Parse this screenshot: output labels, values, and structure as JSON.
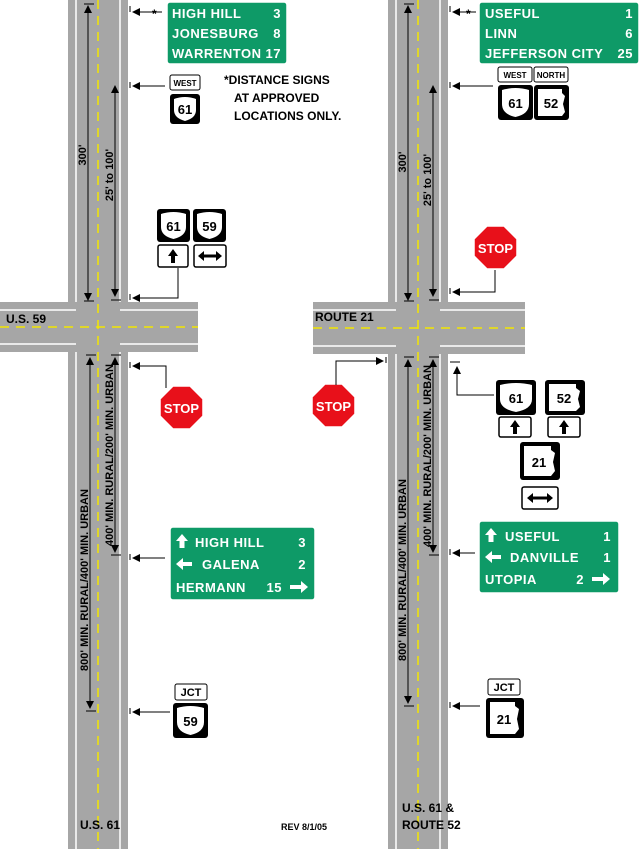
{
  "left": {
    "top_distance_sign": [
      {
        "name": "HIGH HILL",
        "miles": "3"
      },
      {
        "name": "JONESBURG",
        "miles": "8"
      },
      {
        "name": "WARRENTON",
        "miles": "17"
      }
    ],
    "asterisk": "*",
    "direction_plaque": "WEST",
    "route_shield": "61",
    "note": [
      "*DISTANCE SIGNS",
      "AT APPROVED",
      "LOCATIONS ONLY."
    ],
    "dim_300": "300'",
    "dim_25_100": "25' to 100'",
    "junction_shields": [
      "61",
      "59"
    ],
    "cross_road_label": "U.S. 59",
    "stop": "STOP",
    "dim_400_200": "400' MIN. RURAL/200' MIN. URBAN",
    "dim_800_400": "800' MIN. RURAL/400' MIN. URBAN",
    "destination_sign": [
      {
        "arrow": "up",
        "name": "HIGH HILL",
        "miles": "3"
      },
      {
        "arrow": "left",
        "name": "GALENA",
        "miles": "2"
      },
      {
        "arrow": "right",
        "name": "HERMANN",
        "miles": "15"
      }
    ],
    "jct_plaque": "JCT",
    "jct_shield": "59",
    "road_label": "U.S. 61"
  },
  "right": {
    "top_distance_sign": [
      {
        "name": "USEFUL",
        "miles": "1"
      },
      {
        "name": "LINN",
        "miles": "6"
      },
      {
        "name": "JEFFERSON CITY",
        "miles": "25"
      }
    ],
    "asterisk": "*",
    "direction_plaques": [
      "WEST",
      "NORTH"
    ],
    "route_shields": [
      "61",
      "52"
    ],
    "dim_300": "300'",
    "dim_25_100": "25' to 100'",
    "stop_top": "STOP",
    "cross_road_label": "ROUTE 21",
    "stop_left": "STOP",
    "junction_shields": [
      "61",
      "52"
    ],
    "junction_shield_21": "21",
    "dim_400_200": "400' MIN. RURAL/200' MIN. URBAN",
    "dim_800_400": "800' MIN. RURAL/400' MIN. URBAN",
    "destination_sign": [
      {
        "arrow": "up",
        "name": "USEFUL",
        "miles": "1"
      },
      {
        "arrow": "left",
        "name": "DANVILLE",
        "miles": "1"
      },
      {
        "arrow": "right",
        "name": "UTOPIA",
        "miles": "2"
      }
    ],
    "jct_plaque": "JCT",
    "jct_shield": "21",
    "road_label": [
      "U.S. 61 &",
      "ROUTE 52"
    ]
  },
  "revision": "REV 8/1/05",
  "colors": {
    "road": "#a6a6a6",
    "road_edge": "#ffffff",
    "center_line": "#f2e600",
    "guide_sign": "#0e9a67",
    "stop_sign": "#e8101a"
  }
}
